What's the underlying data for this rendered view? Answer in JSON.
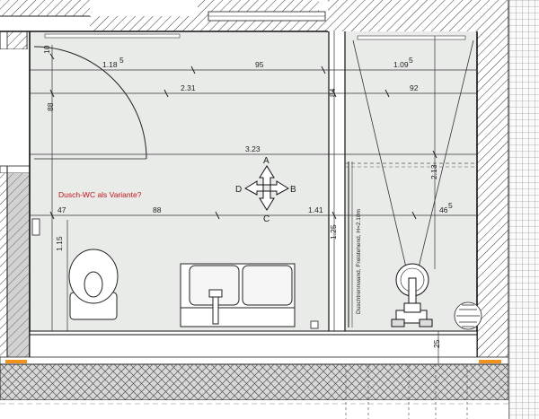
{
  "note": "Dusch-WC als Variante?",
  "wall_label": "Duschtrennwand, Freistehend, H=2.10m",
  "compass": {
    "up": "A",
    "right": "B",
    "down": "C",
    "left": "D"
  },
  "dims": {
    "d10": "10",
    "d118": "1.18",
    "sup5": "5",
    "d95": "95",
    "d109": "1.09",
    "d231": "2.31",
    "d92": "92",
    "d88v": "88",
    "d84": "84",
    "d323": "3.23",
    "d213": "2.13",
    "d47": "47",
    "d88h": "88",
    "d141": "1.41",
    "d46": "46",
    "d115": "1.15",
    "d125": "1.25",
    "d25": "25"
  },
  "colors": {
    "floor": "#e9ebe9",
    "wall_line": "#111111",
    "accent": "#f0921e",
    "note": "#c0151b",
    "dim_line": "#333333"
  }
}
